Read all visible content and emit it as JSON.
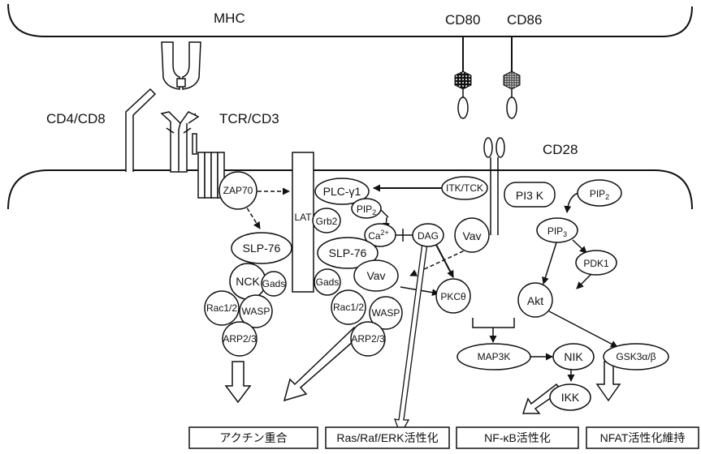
{
  "labels": {
    "mhc": "MHC",
    "cd80": "CD80",
    "cd86": "CD86",
    "cd4cd8": "CD4/CD8",
    "tcrcd3": "TCR/CD3",
    "cd28": "CD28"
  },
  "molecules": {
    "zap70": "ZAP70",
    "lat": "LAT",
    "plc": "PLC-γ1",
    "pip2a_base": "PIP",
    "pip2a_sub": "2",
    "grb2": "Grb2",
    "ca_base": "Ca",
    "ca_sup": "2+",
    "dag": "DAG",
    "itk": "ITK/TCK",
    "pi3k": "PI3 K",
    "pip2b_base": "PIP",
    "pip2b_sub": "2",
    "vav1": "Vav",
    "pip3_base": "PIP",
    "pip3_sub": "3",
    "slp76a": "SLP-76",
    "slp76b": "SLP-76",
    "nck": "NCK",
    "gads1": "Gads",
    "gads2": "Gads",
    "vav2": "Vav",
    "pkc": "PKCθ",
    "pdk1": "PDK1",
    "akt": "Akt",
    "rac1": "Rac1/2",
    "wasp1": "WASP",
    "rac2": "Rac1/2",
    "wasp2": "WASP",
    "arp1": "ARP2/3",
    "arp2": "ARP2/3",
    "map3k": "MAP3K",
    "nik": "NIK",
    "gsk": "GSK3α/β",
    "ikk": "IKK"
  },
  "outputs": {
    "actin": "アクチン重合",
    "ras": "Ras/Raf/ERK活性化",
    "nfkb": "NF-κB活性化",
    "nfat": "NFAT活性化維持"
  }
}
